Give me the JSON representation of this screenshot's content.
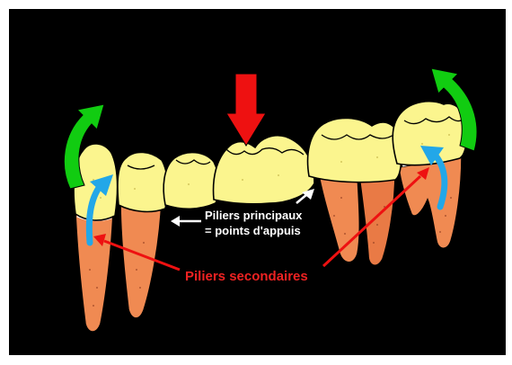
{
  "diagram": {
    "labels": {
      "main_abutments_line1": "Piliers principaux",
      "main_abutments_line2": "= points d'appuis",
      "secondary_abutments": "Piliers secondaires"
    },
    "colors": {
      "background": "#000000",
      "frame": "#ffffff",
      "crown": "#fbf58e",
      "root": "#f08a52",
      "root_shadow": "#c0553a",
      "outline": "#000000",
      "force_arrow": "#ee1111",
      "rotation_arrow": "#11cc11",
      "movement_arrow": "#22a7e8",
      "pointer_arrow_main": "#ffffff",
      "pointer_arrow_secondary": "#ee1111",
      "label_main": "#ffffff",
      "label_secondary": "#ee2222"
    }
  }
}
